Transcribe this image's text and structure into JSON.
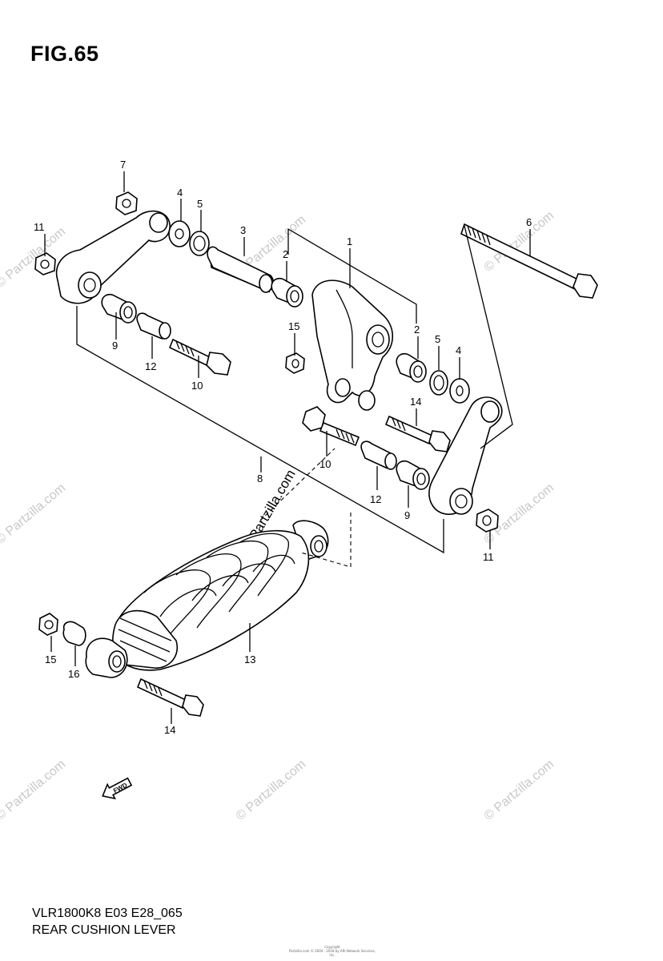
{
  "figure": {
    "title": "FIG.65"
  },
  "footer": {
    "model_code": "VLR1800K8 E03 E28_065",
    "part_name": "REAR CUSHION LEVER"
  },
  "copyright": {
    "line1": "Copyright",
    "line2": "Partzilla.com © 2004 - 2018 by ARI Network Services, Inc."
  },
  "watermark": {
    "text": "© Partzilla.com"
  },
  "arrow": {
    "label": "FWD"
  },
  "callouts": {
    "c1": "1",
    "c2a": "2",
    "c2b": "2",
    "c3": "3",
    "c4a": "4",
    "c4b": "4",
    "c5a": "5",
    "c5b": "5",
    "c6": "6",
    "c7": "7",
    "c8": "8",
    "c9a": "9",
    "c9b": "9",
    "c10a": "10",
    "c10b": "10",
    "c11a": "11",
    "c11b": "11",
    "c12a": "12",
    "c12b": "12",
    "c13": "13",
    "c14a": "14",
    "c14b": "14",
    "c15a": "15",
    "c15b": "15",
    "c16": "16"
  }
}
